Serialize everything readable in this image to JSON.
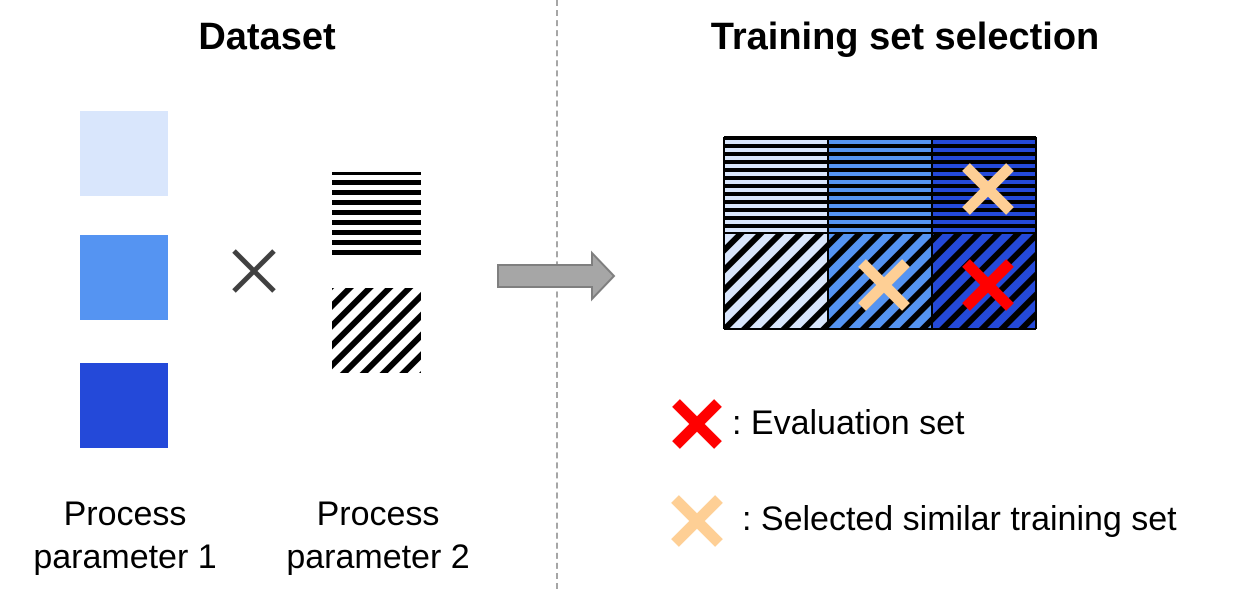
{
  "panels": {
    "left": {
      "title": "Dataset",
      "parameter_1_label_line1": "Process",
      "parameter_1_label_line2": "parameter 1",
      "parameter_2_label_line1": "Process",
      "parameter_2_label_line2": "parameter 2",
      "parameter_1_values": [
        {
          "name": "light",
          "color": "#d9e6fc"
        },
        {
          "name": "medium",
          "color": "#5594f2"
        },
        {
          "name": "dark",
          "color": "#2449d9"
        }
      ],
      "parameter_2_values": [
        {
          "name": "horizontal-stripes",
          "pattern": "horizontal"
        },
        {
          "name": "diagonal-stripes",
          "pattern": "diagonal"
        }
      ],
      "combine_icon": "multiply-icon"
    },
    "arrow_icon": "right-arrow-icon",
    "right": {
      "title": "Training set selection",
      "grid": {
        "rows": [
          "horizontal",
          "diagonal"
        ],
        "columns": [
          "light",
          "medium",
          "dark"
        ],
        "marks": [
          {
            "row": 0,
            "col": 2,
            "type": "selected"
          },
          {
            "row": 1,
            "col": 1,
            "type": "selected"
          },
          {
            "row": 1,
            "col": 2,
            "type": "evaluation"
          }
        ]
      },
      "legend": {
        "evaluation": {
          "label": ": Evaluation set",
          "color": "#ff0000"
        },
        "selected": {
          "label": ": Selected similar training set",
          "color": "#fecf95"
        }
      }
    }
  }
}
